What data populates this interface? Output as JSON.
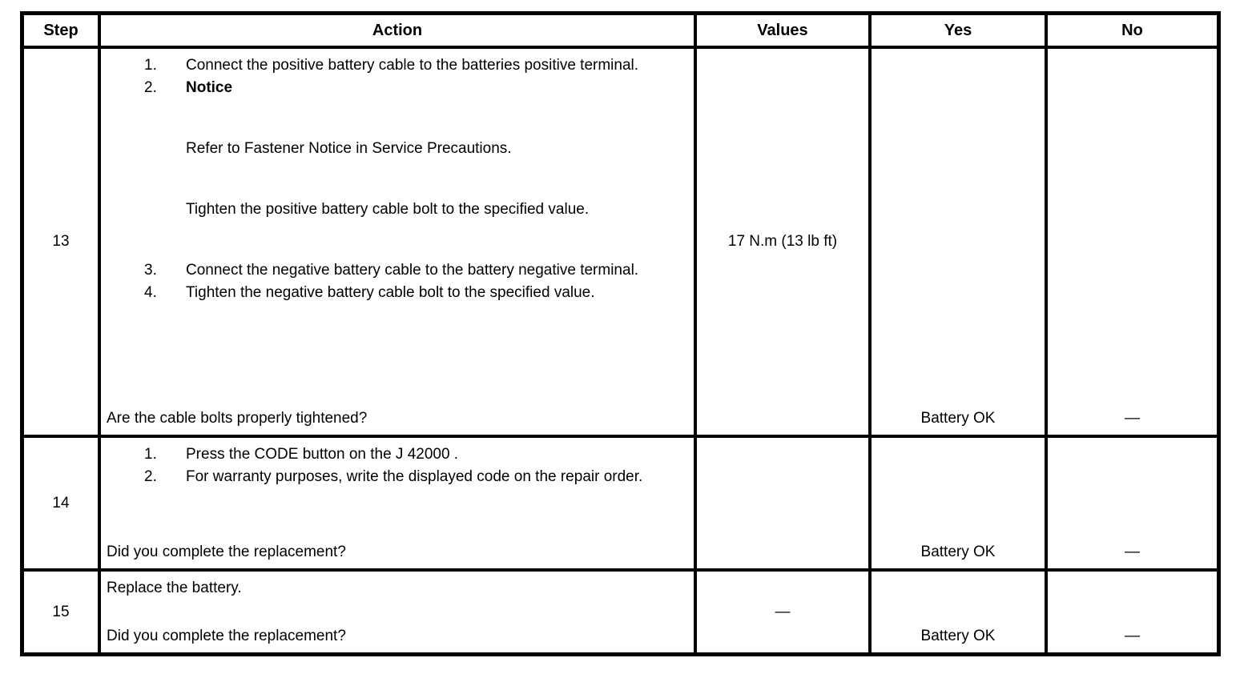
{
  "header": {
    "step": "Step",
    "action": "Action",
    "values": "Values",
    "yes": "Yes",
    "no": "No"
  },
  "rows": [
    {
      "step": "13",
      "action": {
        "items_a": [
          {
            "num": "1.",
            "text": "Connect the positive battery cable to the batteries positive terminal."
          },
          {
            "num": "2.",
            "text": "Notice"
          }
        ],
        "para_1": "Refer to Fastener Notice in Service Precautions.",
        "para_2": "Tighten the positive battery cable bolt to the specified value.",
        "items_b": [
          {
            "num": "3.",
            "text": "Connect the negative battery cable to the battery negative terminal."
          },
          {
            "num": "4.",
            "text": "Tighten the negative battery cable bolt to the specified value."
          }
        ],
        "question": "Are the cable bolts properly tightened?"
      },
      "values": "17 N.m (13 lb ft)",
      "yes": "Battery OK",
      "no": "—"
    },
    {
      "step": "14",
      "action": {
        "items": [
          {
            "num": "1.",
            "text": "Press the CODE button on the J 42000 ."
          },
          {
            "num": "2.",
            "text": "For warranty purposes, write the displayed code on the repair order."
          }
        ],
        "question": "Did you complete the replacement?"
      },
      "values": "",
      "yes": "Battery OK",
      "no": "—"
    },
    {
      "step": "15",
      "action": {
        "text": "Replace the battery.",
        "question": "Did you complete the replacement?"
      },
      "values": "—",
      "yes": "Battery OK",
      "no": "—"
    }
  ]
}
